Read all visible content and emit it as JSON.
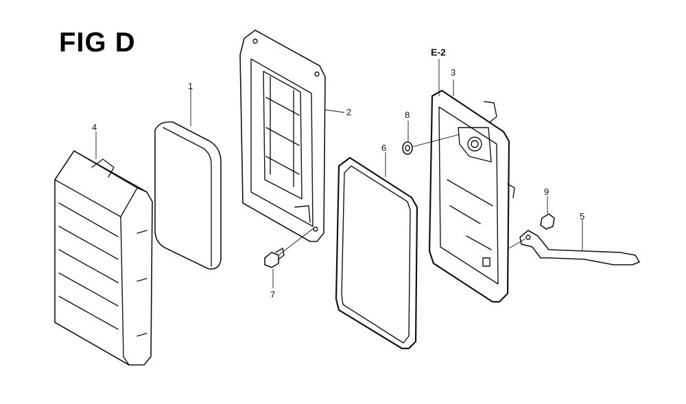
{
  "figure": {
    "title": "FIG D"
  },
  "callouts": {
    "c1": "1",
    "c2": "2",
    "c3": "3",
    "c4": "4",
    "c5": "5",
    "c6": "6",
    "c7": "7",
    "c8": "8",
    "c9": "9",
    "ref": "E-2"
  }
}
